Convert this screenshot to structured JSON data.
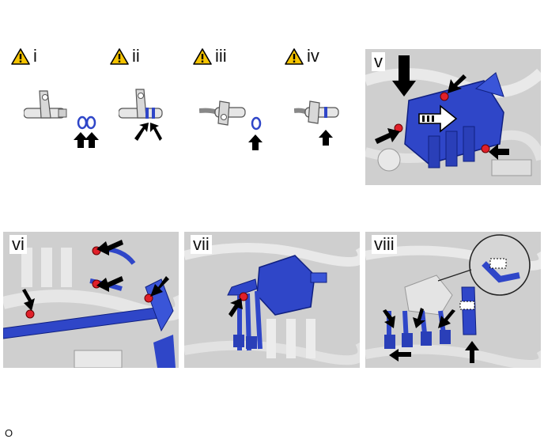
{
  "steps": {
    "i": "i",
    "ii": "ii",
    "iii": "iii",
    "iv": "iv",
    "v": "v",
    "vi": "vi",
    "vii": "vii",
    "viii": "viii"
  },
  "footer_code": "O",
  "colors": {
    "warning_fill": "#f5c400",
    "part_highlight": "#2f46c8",
    "seal_red": "#e0202a",
    "engine_grey": "#c9c9c9",
    "arrow_black": "#000000"
  },
  "icons": [
    "warning-triangle-icon",
    "black-arrow-icon",
    "white-arrow-icon",
    "zoom-callout-icon"
  ]
}
